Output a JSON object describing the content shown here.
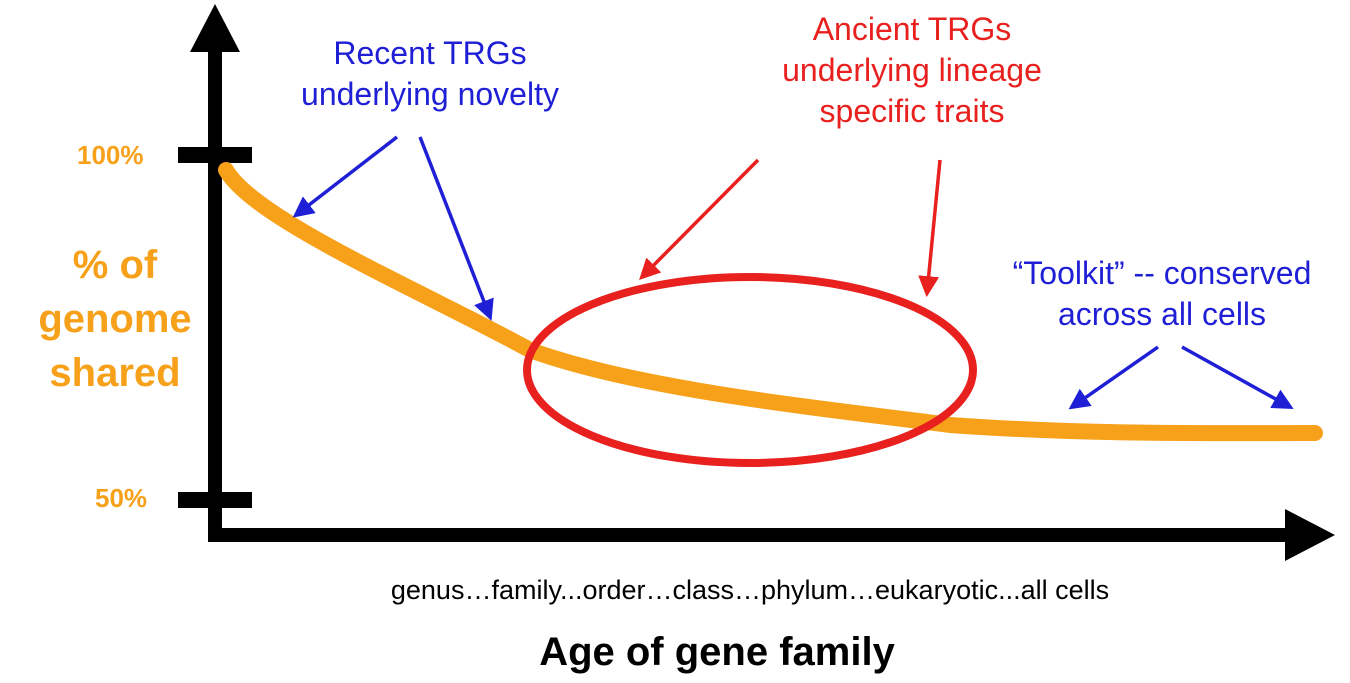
{
  "diagram": {
    "y_axis": {
      "label_lines": [
        "% of",
        "genome",
        "shared"
      ],
      "tick_top": "100%",
      "tick_bottom": "50%"
    },
    "x_axis": {
      "categories_text": "genus…family...order…class…phylum…eukaryotic...all cells",
      "title": "Age of gene family"
    },
    "annotations": {
      "recent": {
        "lines": [
          "Recent TRGs",
          "underlying novelty"
        ],
        "color": "#1F1FD6"
      },
      "ancient": {
        "lines": [
          "Ancient TRGs",
          "underlying lineage",
          "specific traits"
        ],
        "color": "#E8201E"
      },
      "toolkit": {
        "lines": [
          "“Toolkit” -- conserved",
          "across all cells"
        ],
        "color": "#1F1FD6"
      }
    },
    "colors": {
      "axis": "#000000",
      "curve": "#F7A11A",
      "blue": "#1F1FD6",
      "red": "#E8201E"
    }
  }
}
